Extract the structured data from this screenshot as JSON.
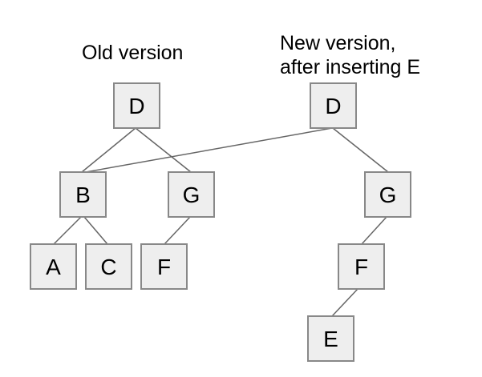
{
  "labels": {
    "old": "Old version",
    "new_line1": "New version,",
    "new_line2": "after inserting E"
  },
  "nodes": {
    "old_d": "D",
    "old_b": "B",
    "old_g": "G",
    "old_a": "A",
    "old_c": "C",
    "old_f": "F",
    "new_d": "D",
    "new_g": "G",
    "new_f": "F",
    "new_e": "E"
  },
  "edges": [
    {
      "from": "old_d",
      "to": "old_b"
    },
    {
      "from": "old_d",
      "to": "old_g"
    },
    {
      "from": "old_b",
      "to": "old_a"
    },
    {
      "from": "old_b",
      "to": "old_c"
    },
    {
      "from": "old_g",
      "to": "old_f"
    },
    {
      "from": "new_d",
      "to": "old_b"
    },
    {
      "from": "new_d",
      "to": "new_g"
    },
    {
      "from": "new_g",
      "to": "new_f"
    },
    {
      "from": "new_f",
      "to": "new_e"
    }
  ],
  "colors": {
    "background": "#ffffff",
    "node_fill": "#eeeeee",
    "node_border": "#888888",
    "edge_line": "#666666",
    "text": "#000000"
  }
}
